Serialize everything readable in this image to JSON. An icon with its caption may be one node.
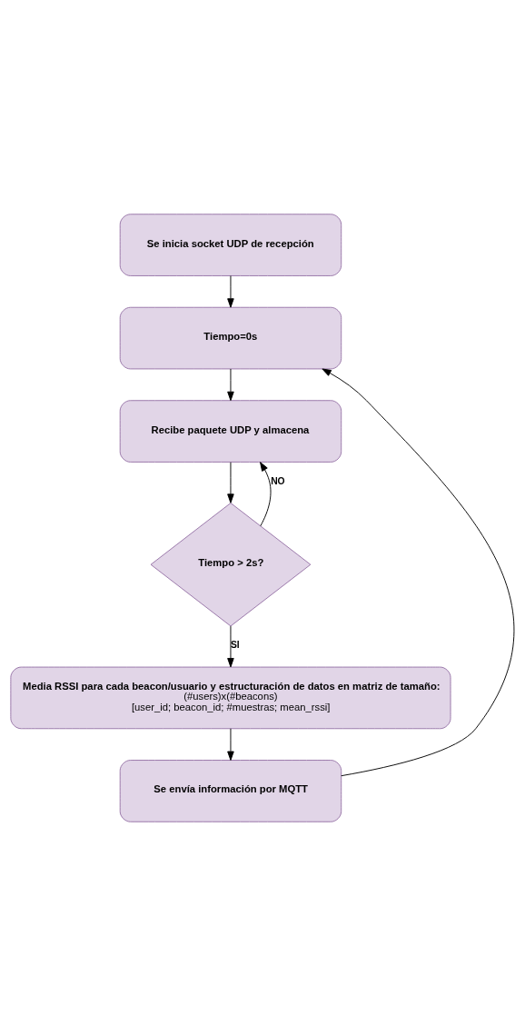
{
  "diagram": {
    "nodes": [
      {
        "text": [
          "Se inicia socket UDP de recepción"
        ]
      },
      {
        "text": [
          "Tiempo=0s"
        ]
      },
      {
        "text": [
          "Recibe paquete UDP y almacena"
        ]
      },
      {
        "text": [
          "Tiempo > 2s?"
        ]
      },
      {
        "text": [
          "Media RSSI para cada beacon/usuario y estructuración de datos en matriz de tamaño:",
          "(#users)x(#beacons)",
          "[user_id; beacon_id; #muestras; mean_rssi]"
        ]
      },
      {
        "text": [
          "Se envía información por MQTT"
        ]
      }
    ],
    "edges": [
      {
        "from": 0,
        "to": 1,
        "arrow": "to"
      },
      {
        "from": 1,
        "to": 2,
        "arrow": "to"
      },
      {
        "from": 2,
        "to": 3,
        "arrow": "to"
      },
      {
        "from": 3,
        "to": 2,
        "arrow": "to",
        "label": "NO"
      },
      {
        "from": 3,
        "to": 4,
        "arrow": "to",
        "label": "SI"
      },
      {
        "from": 4,
        "to": 5,
        "arrow": "to"
      },
      {
        "from": 5,
        "to": 1,
        "arrow": "to"
      }
    ]
  }
}
